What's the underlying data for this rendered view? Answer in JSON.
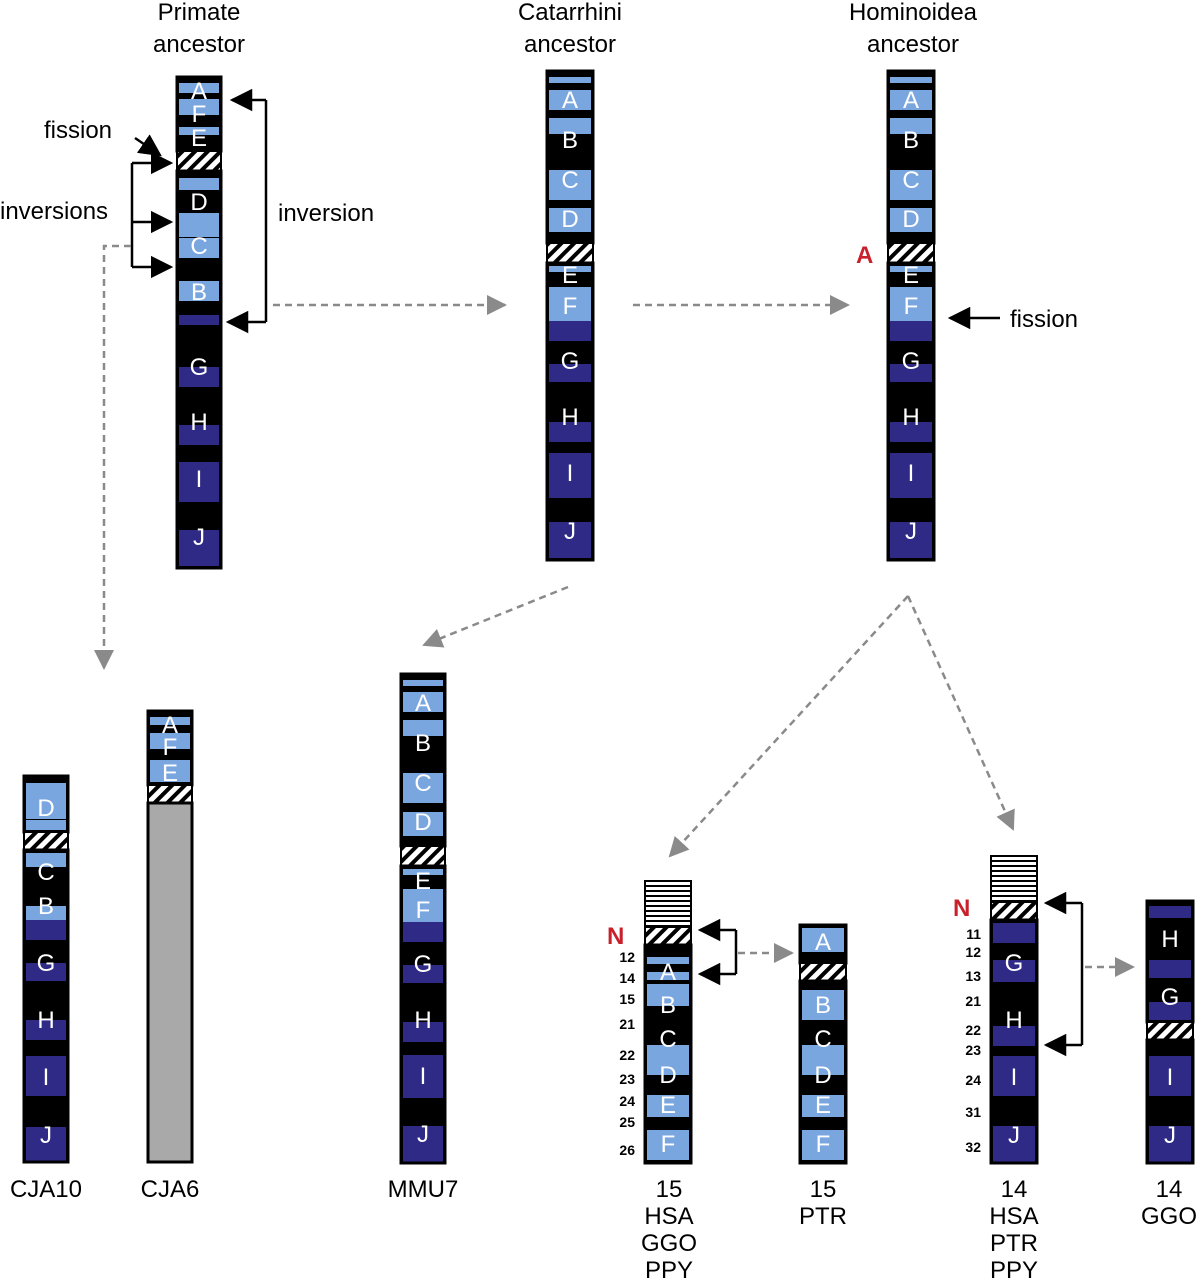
{
  "colors": {
    "black": "#000000",
    "light_blue": "#7aa6e0",
    "dark_blue": "#2e2a85",
    "gray": "#a9a9a9",
    "red": "#c8212b",
    "dashed_arrow": "#8a8a8a"
  },
  "titles": {
    "primate_line1": "Primate",
    "primate_line2": "ancestor",
    "catarrhini_line1": "Catarrhini",
    "catarrhini_line2": "ancestor",
    "hominoidea_line1": "Hominoidea",
    "hominoidea_line2": "ancestor"
  },
  "annotations": {
    "fission_left": "fission",
    "inversions": "inversions",
    "inversion": "inversion",
    "fission_right": "fission",
    "marker_a": "A",
    "marker_n1": "N",
    "marker_n2": "N"
  },
  "captions": {
    "cja10": "CJA10",
    "cja6": "CJA6",
    "mmu7": "MMU7",
    "hsa15_num": "15",
    "hsa15_l1": "HSA",
    "hsa15_l2": "GGO",
    "hsa15_l3": "PPY",
    "ptr15_num": "15",
    "ptr15_l1": "PTR",
    "hsa14_num": "14",
    "hsa14_l1": "HSA",
    "hsa14_l2": "PTR",
    "hsa14_l3": "PPY",
    "ggo14_num": "14",
    "ggo14_l1": "GGO"
  },
  "band_numbers_15": [
    "12",
    "14",
    "15",
    "21",
    "22",
    "23",
    "24",
    "25",
    "26"
  ],
  "band_numbers_14": [
    "11",
    "12",
    "13",
    "21",
    "22",
    "23",
    "24",
    "31",
    "32"
  ],
  "letters": {
    "primate": [
      "A",
      "F",
      "E",
      "D",
      "C",
      "B",
      "G",
      "H",
      "I",
      "J"
    ],
    "catarrhini": [
      "A",
      "B",
      "C",
      "D",
      "E",
      "F",
      "G",
      "H",
      "I",
      "J"
    ],
    "hominoidea": [
      "A",
      "B",
      "C",
      "D",
      "E",
      "F",
      "G",
      "H",
      "I",
      "J"
    ],
    "cja10": [
      "D",
      "C",
      "B",
      "G",
      "H",
      "I",
      "J"
    ],
    "cja6": [
      "A",
      "F",
      "E"
    ],
    "mmu7": [
      "A",
      "B",
      "C",
      "D",
      "E",
      "F",
      "G",
      "H",
      "I",
      "J"
    ],
    "hsa15": [
      "A",
      "B",
      "C",
      "D",
      "E",
      "F"
    ],
    "ptr15": [
      "A",
      "B",
      "C",
      "D",
      "E",
      "F"
    ],
    "hsa14": [
      "G",
      "H",
      "I",
      "J"
    ],
    "ggo14": [
      "H",
      "G",
      "I",
      "J"
    ]
  }
}
